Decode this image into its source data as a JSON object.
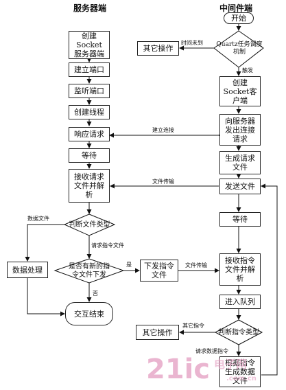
{
  "headers": {
    "server": "服务器端",
    "middleware": "中间件端"
  },
  "server": {
    "create_socket": "创建Socket\n服务器端",
    "bind_port": "建立端口",
    "listen_port": "监听端口",
    "create_thread": "创建线程",
    "respond": "响应请求",
    "wait": "等待",
    "receive_parse": "接收请求\n文件并解\n析",
    "judge_type": "判断文件类型",
    "data_process": "数据处理",
    "new_cmd": "是否有新的指\n令文件下发",
    "issue_cmd": "下发指令\n文件",
    "end": "交互结束"
  },
  "middleware": {
    "start": "开始",
    "quartz": "Quartz任务调度\n机制",
    "other_op_top": "其它操作",
    "create_client": "创建\nSocket客\n户端",
    "send_conn": "向服务器\n发出连接\n请求",
    "gen_request": "生成请求\n文件",
    "send_file": "发送文件",
    "wait": "等待",
    "receive_parse": "接收指令\n文件并解\n析",
    "enqueue": "进入队列",
    "judge_cmd": "判断指令类型",
    "other_op_bottom": "其它操作",
    "gen_data": "根据指令\n生成数据\n文件"
  },
  "labels": {
    "time_not_reached": "时间未到",
    "trigger": "触发",
    "establish_conn": "建立连接",
    "file_transfer_1": "文件传输",
    "data_file": "数据文件",
    "request_cmd_file": "请求指令文件",
    "yes": "是",
    "no": "否",
    "file_transfer_2": "文件传输",
    "other_cmd": "其它指令",
    "request_data_cmd": "请求数据指令"
  },
  "watermark": {
    "main": "21ic",
    "sub": "电子网",
    "domain": ".com.cn"
  }
}
